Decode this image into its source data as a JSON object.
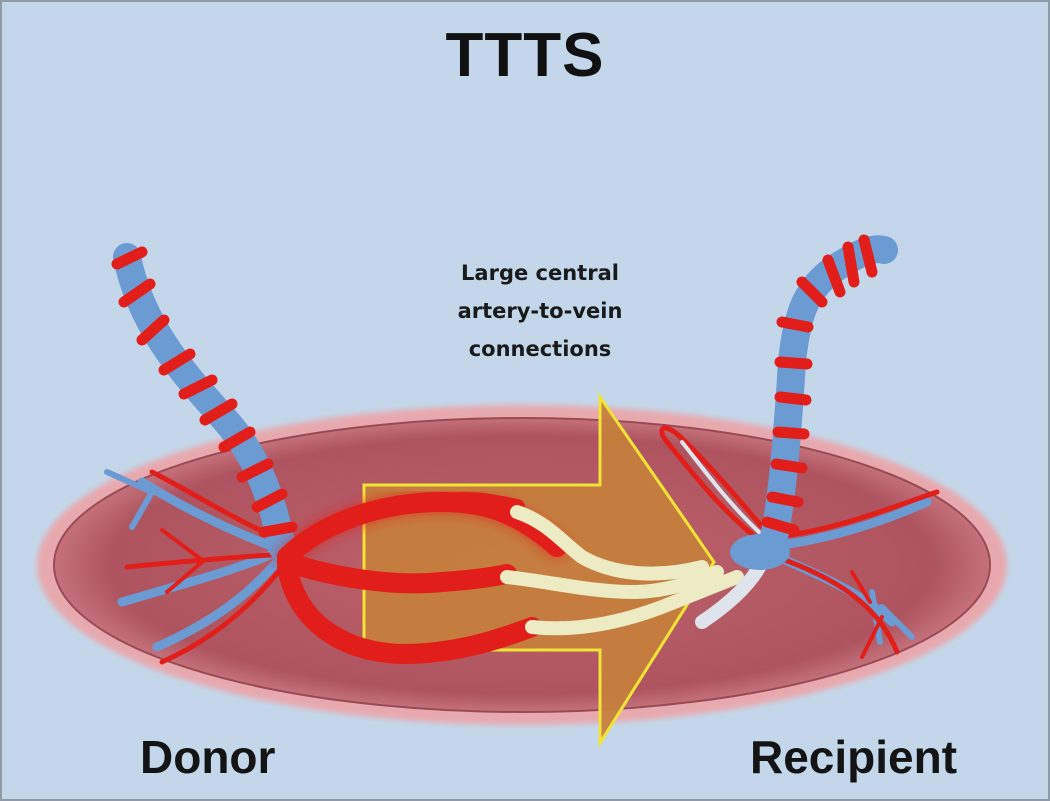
{
  "title": "TTTS",
  "annotation": {
    "lines": [
      "Large central",
      "artery-to-vein",
      "connections"
    ]
  },
  "labels": {
    "donor": "Donor",
    "recipient": "Recipient"
  },
  "colors": {
    "background": "#c4d7ea",
    "placenta": "#b0555f",
    "artery": "#e21e1a",
    "vein": "#6b9bd2",
    "connection": "#ecebc3",
    "arrow_fill": "#c6803c",
    "arrow_outline": "#f2e436"
  }
}
